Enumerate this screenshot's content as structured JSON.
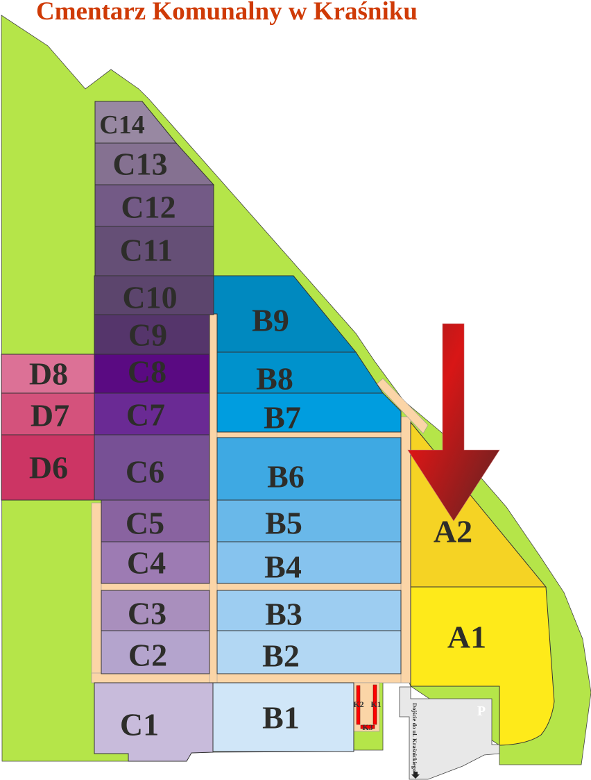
{
  "title": "Cmentarz Komunalny w Kraśniku",
  "sections": {
    "C14": "C14",
    "C13": "C13",
    "C12": "C12",
    "C11": "C11",
    "C10": "C10",
    "C9": "C9",
    "C8": "C8",
    "C7": "C7",
    "C6": "C6",
    "C5": "C5",
    "C4": "C4",
    "C3": "C3",
    "C2": "C2",
    "C1": "C1",
    "D8": "D8",
    "D7": "D7",
    "D6": "D6",
    "B9": "B9",
    "B8": "B8",
    "B7": "B7",
    "B6": "B6",
    "B5": "B5",
    "B4": "B4",
    "B3": "B3",
    "B2": "B2",
    "B1": "B1",
    "A2": "A2",
    "A1": "A1"
  },
  "chapels": {
    "K1": "K1",
    "K2": "K2",
    "K3": "K3"
  },
  "parking": "P",
  "access_note": "Dojście do ul. Kraśnickiego",
  "colors": {
    "green": "#b5e549",
    "path": "#fbd5a7",
    "arrow": "#c41a1a",
    "section_a1": "#feea1a",
    "section_a2": "#f5d324"
  }
}
